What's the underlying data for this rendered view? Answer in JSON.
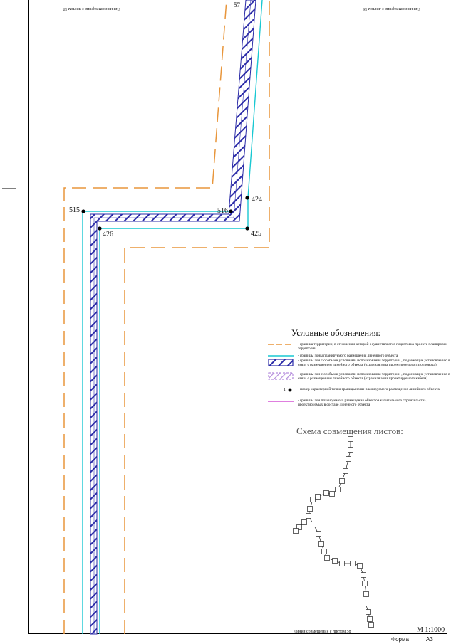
{
  "sheet": {
    "sheet_number": "57",
    "match_line_top_left": "Линия совмещения с листом 55",
    "match_line_top_right": "Линия совмещения с листом 56",
    "match_line_bottom": "Линия совмещения с листом 58",
    "scale": "М 1:1000",
    "format_label": "Формат",
    "format_value": "А3"
  },
  "points": [
    {
      "id": "515"
    },
    {
      "id": "516"
    },
    {
      "id": "424"
    },
    {
      "id": "425"
    },
    {
      "id": "426"
    }
  ],
  "legend": {
    "title": "Условные обозначения:",
    "items": [
      {
        "symbol": "orange-dashed-line",
        "text": "- граница территории, в отношении которой осуществляется подготовка проекта планировки территории"
      },
      {
        "symbol": "cyan-line",
        "text": "- границы зоны планируемого размещения линейного объекта"
      },
      {
        "symbol": "blue-hatched-zone",
        "text": "- границы зон с особыми условиями использования территории , подлежащие установлению в связи с размещением линейного объекта (охранная зона проектируемого газопровода)"
      },
      {
        "symbol": "violet-hatched-zone",
        "text": "- границы зон с особыми условиями использования территории , подлежащие установлению в связи с размещением линейного объекта (охранная зона проектируемого кабеля)"
      },
      {
        "symbol": "point-marker",
        "label": "1",
        "text": "- номер характерной точки границы зоны планируемого размещения линейного объекта"
      },
      {
        "symbol": "magenta-line",
        "text": "- границы зон планируемого размещения объектов капитального строительства , проектируемых в составе линейного объекта"
      }
    ]
  },
  "scheme": {
    "title": "Схема совмещения листов:"
  },
  "colors": {
    "orange_boundary": "#e8963c",
    "cyan_zone": "#19c8d2",
    "blue_hatch": "#2c2ca8",
    "violet_hatch": "#b48cdc",
    "magenta_line": "#cc33cc",
    "highlight_sheet": "#e03030"
  }
}
